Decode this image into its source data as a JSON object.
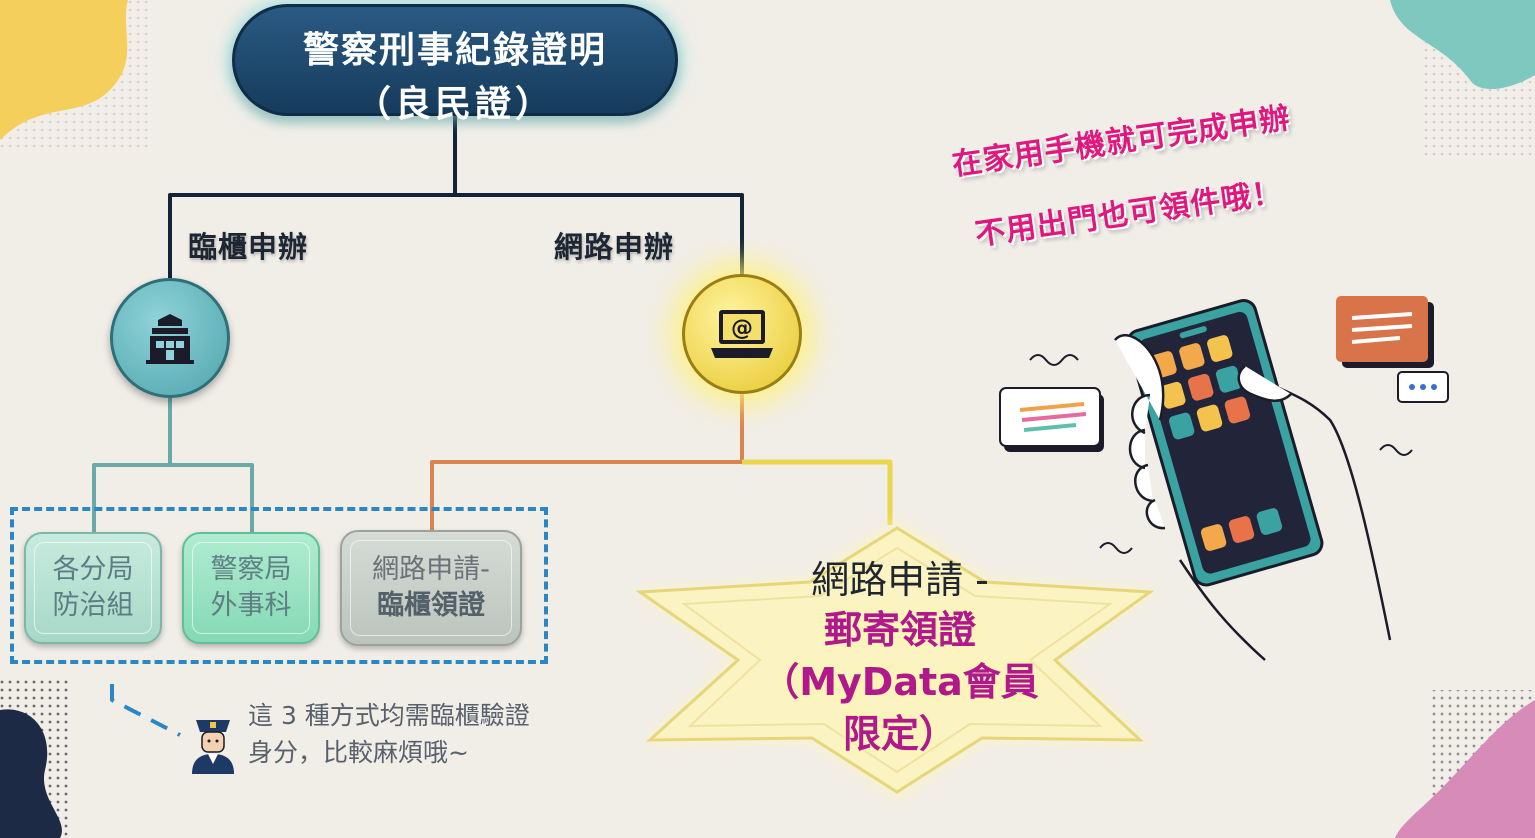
{
  "title": {
    "line1": "警察刑事紀錄證明",
    "line2": "（良民證）"
  },
  "branches": {
    "counter_label": "臨櫃申辦",
    "online_label": "網路申辦"
  },
  "icons": {
    "counter": "police-station-icon",
    "online": "laptop-email-icon",
    "officer": "police-officer-icon",
    "phone": "smartphone-hand-icon"
  },
  "methods": [
    {
      "line1": "各分局",
      "line2": "防治組"
    },
    {
      "line1": "警察局",
      "line2": "外事科"
    },
    {
      "line1": "網路申請-",
      "line2": "臨櫃領證"
    }
  ],
  "note": {
    "line1": "這 3 種方式均需臨櫃驗證",
    "line2": "身分，比較麻煩哦~"
  },
  "highlight": {
    "line1": "網路申請 -",
    "line2": "郵寄領證",
    "line3": "（MyData會員",
    "line4": "限定）"
  },
  "slogan": {
    "line1": "在家用手機就可完成申辦",
    "line2": "不用出門也可領件哦！"
  },
  "colors": {
    "title_bg": "#1f4a6e",
    "teal": "#4fa4ad",
    "gold": "#e6c62a",
    "dashed": "#2b86c5",
    "magenta": "#b0188c",
    "slogan": "#e0177e"
  }
}
